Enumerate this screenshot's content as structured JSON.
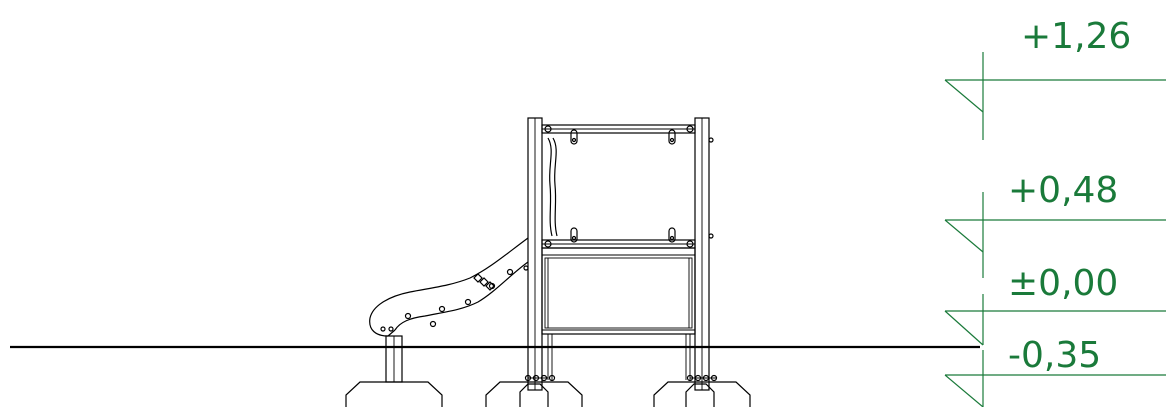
{
  "colors": {
    "level_markers": "#1a7a3a",
    "lines": "#000000",
    "background": "#ffffff"
  },
  "levels": [
    {
      "id": "level-1",
      "label": "+1,26"
    },
    {
      "id": "level-2",
      "label": "+0,48"
    },
    {
      "id": "level-3",
      "label": "±0,00"
    },
    {
      "id": "level-4",
      "label": "-0,35"
    }
  ]
}
